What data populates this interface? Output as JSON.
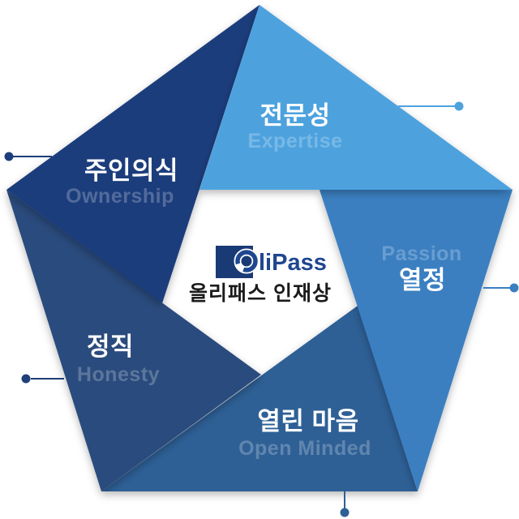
{
  "diagram_title": "올리패스 인재상",
  "center": {
    "caption": "올리패스 인재상",
    "logo": {
      "brand_full": "OliPass",
      "brand_text_after_o": "liPass",
      "square_color": "#1A3A75",
      "text_color": "#1F4690",
      "ring_color": "#1F4690"
    }
  },
  "segments": [
    {
      "korean": "전문성",
      "english": "Expertise",
      "color": "#4DA2DE",
      "position": "top-right"
    },
    {
      "korean": "열정",
      "english": "Passion",
      "color": "#3B7FC1",
      "position": "right"
    },
    {
      "korean": "열린 마음",
      "english": "Open Minded",
      "color": "#2E6096",
      "position": "bottom"
    },
    {
      "korean": "정직",
      "english": "Honesty",
      "color": "#2B4B7D",
      "position": "left"
    },
    {
      "korean": "주인의식",
      "english": "Ownership",
      "color": "#1C3E7C",
      "position": "top-left"
    }
  ],
  "callouts": [
    {
      "for": "expertise",
      "color": "#4DA2DE"
    },
    {
      "for": "passion",
      "color": "#3B7FC1"
    },
    {
      "for": "open-minded",
      "color": "#2E6096"
    },
    {
      "for": "honesty",
      "color": "#1F4078"
    },
    {
      "for": "ownership",
      "color": "#1C3E7C"
    }
  ]
}
